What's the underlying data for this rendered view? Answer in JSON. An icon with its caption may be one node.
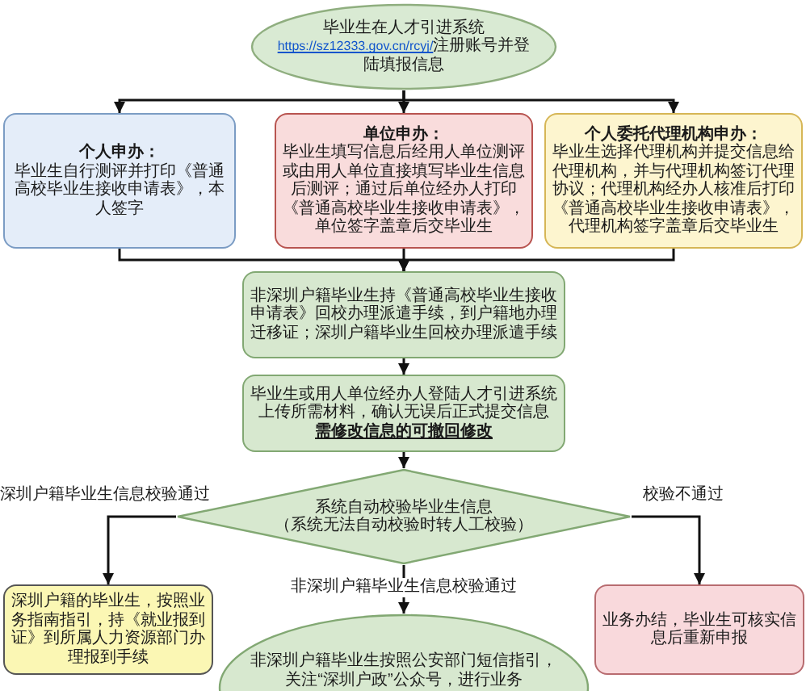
{
  "diagram": {
    "nodes": [
      {
        "text": [
          "毕业生在人才引进系统",
          "https://sz12333.gov.cn/rcyj/",
          "注册账号并登陆填报信息"
        ]
      },
      {
        "text": [
          "个人申办：",
          "毕业生自行测评并打印《普通高校毕业生接收申请表》，本人签字"
        ]
      },
      {
        "text": [
          "单位申办：",
          "毕业生填写信息后经用人单位测评或由用人单位直接填写毕业生信息后测评；通过后单位经办人打印《普通高校毕业生接收申请表》，单位签字盖章后交毕业生"
        ]
      },
      {
        "text": [
          "个人委托代理机构申办：",
          "毕业生选择代理机构并提交信息给代理机构，并与代理机构签订代理协议；代理机构经办人核准后打印《普通高校毕业生接收申请表》，代理机构签字盖章后交毕业生"
        ]
      },
      {
        "text": [
          "非深圳户籍毕业生持《普通高校毕业生接收申请表》回校办理派遣手续，到户籍地办理迁移证；深圳户籍毕业生回校办理派遣手续"
        ]
      },
      {
        "text": [
          "毕业生或用人单位经办人登陆人才引进系统上传所需材料，确认无误后正式提交信息",
          "需修改信息的可撤回修改"
        ]
      },
      {
        "text": [
          "系统自动校验毕业生信息",
          "（系统无法自动校验时转人工校验）"
        ]
      },
      {
        "text": [
          "深圳户籍的毕业生，按照业务指南指引，持《就业报到证》到所属人力资源部门办理报到手续"
        ]
      },
      {
        "text": [
          "非深圳户籍毕业生按照公安部门短信指引，关注“深圳户政”公众号，进行业务"
        ]
      },
      {
        "text": [
          "业务办结，毕业生可核实信息后重新申报"
        ]
      }
    ],
    "edges": [
      {
        "from": 0,
        "to": 1,
        "arrow": "to"
      },
      {
        "from": 0,
        "to": 2,
        "arrow": "to"
      },
      {
        "from": 0,
        "to": 3,
        "arrow": "to"
      },
      {
        "from": 1,
        "to": 4,
        "arrow": "to"
      },
      {
        "from": 2,
        "to": 4,
        "arrow": "to"
      },
      {
        "from": 3,
        "to": 4,
        "arrow": "to"
      },
      {
        "from": 4,
        "to": 5,
        "arrow": "to"
      },
      {
        "from": 5,
        "to": 6,
        "arrow": "to"
      },
      {
        "from": 6,
        "to": 7,
        "arrow": "to",
        "label": "深圳户籍毕业生信息校验通过"
      },
      {
        "from": 6,
        "to": 8,
        "arrow": "to",
        "label": "非深圳户籍毕业生信息校验通过"
      },
      {
        "from": 6,
        "to": 9,
        "arrow": "to",
        "label": "校验不通过"
      }
    ]
  }
}
